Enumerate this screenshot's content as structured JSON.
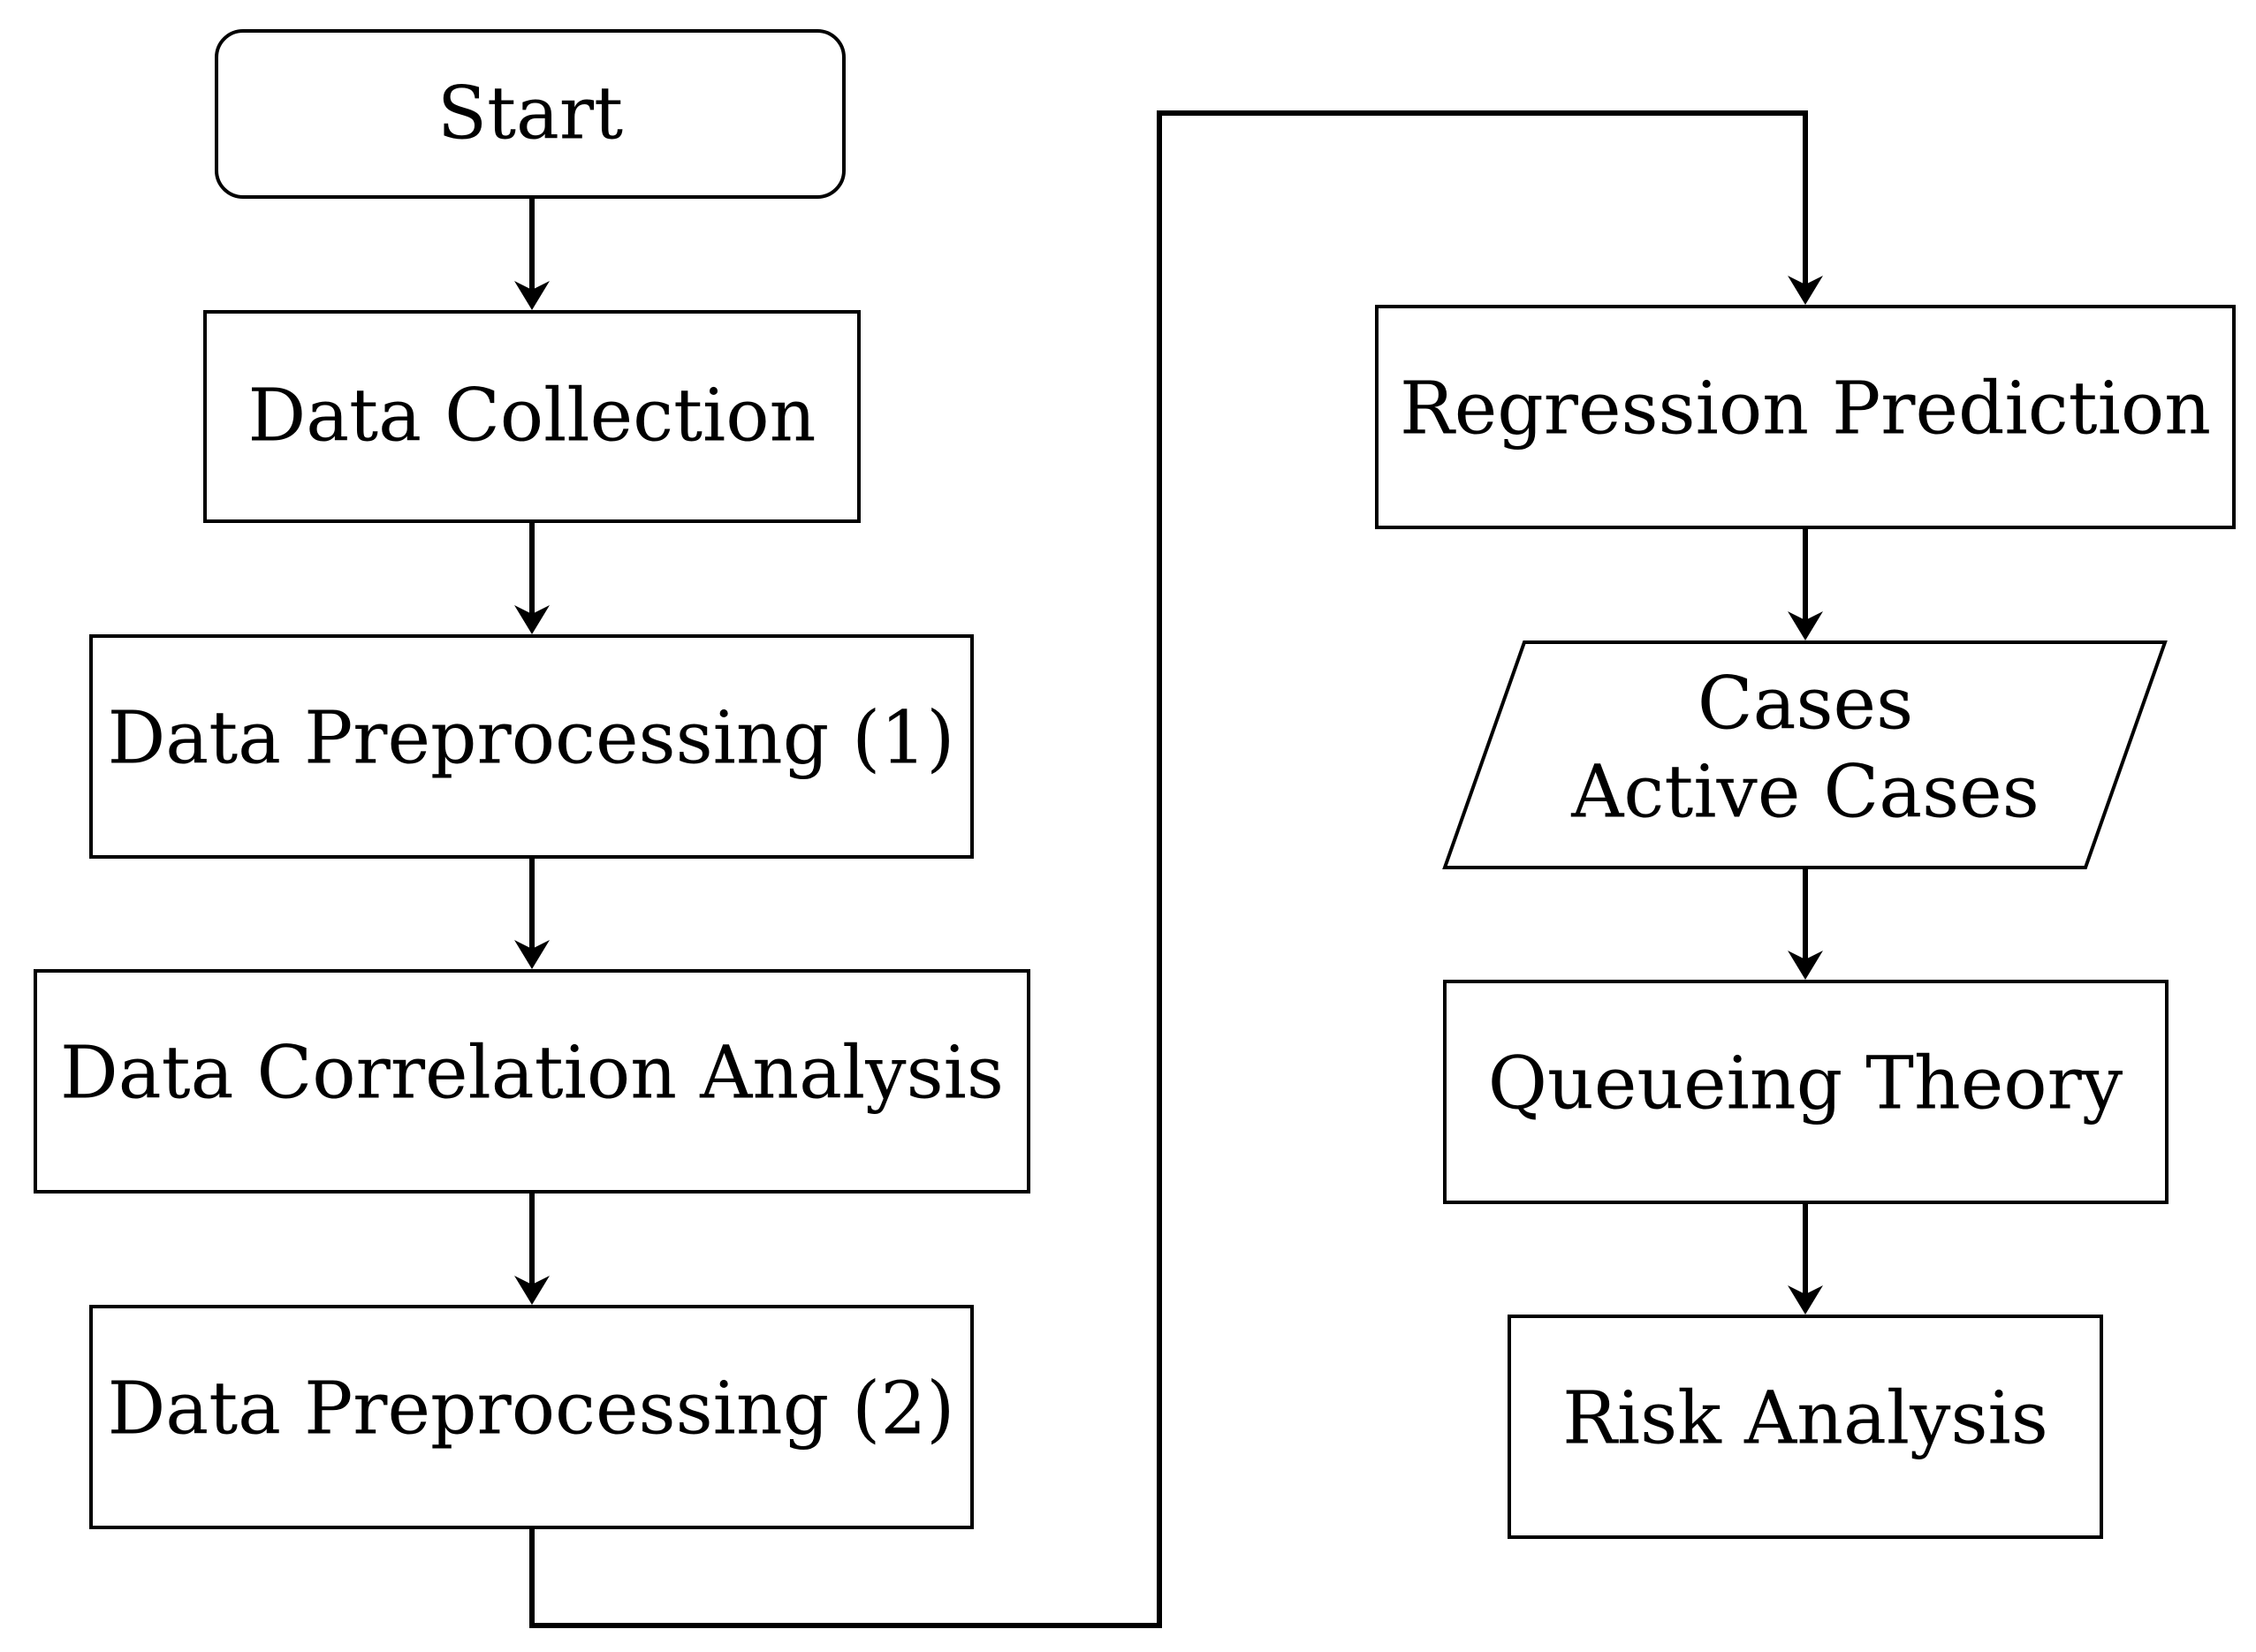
{
  "nodes": {
    "start": {
      "label": "Start",
      "shape": "rounded-rectangle"
    },
    "data_collection": {
      "label": "Data Collection",
      "shape": "rectangle"
    },
    "data_preprocessing_1": {
      "label": "Data Preprocessing (1)",
      "shape": "rectangle"
    },
    "data_correlation_analysis": {
      "label": "Data Correlation Analysis",
      "shape": "rectangle"
    },
    "data_preprocessing_2": {
      "label": "Data Preprocessing (2)",
      "shape": "rectangle"
    },
    "regression_prediction": {
      "label": "Regression Prediction",
      "shape": "rectangle"
    },
    "cases_output": {
      "line1": "Cases",
      "line2": "Active Cases",
      "shape": "parallelogram"
    },
    "queueing_theory": {
      "label": "Queueing Theory",
      "shape": "rectangle"
    },
    "risk_analysis": {
      "label": "Risk Analysis",
      "shape": "rectangle"
    }
  },
  "edges": [
    {
      "from": "start",
      "to": "data_collection"
    },
    {
      "from": "data_collection",
      "to": "data_preprocessing_1"
    },
    {
      "from": "data_preprocessing_1",
      "to": "data_correlation_analysis"
    },
    {
      "from": "data_correlation_analysis",
      "to": "data_preprocessing_2"
    },
    {
      "from": "data_preprocessing_2",
      "to": "regression_prediction"
    },
    {
      "from": "regression_prediction",
      "to": "cases_output"
    },
    {
      "from": "cases_output",
      "to": "queueing_theory"
    },
    {
      "from": "queueing_theory",
      "to": "risk_analysis"
    }
  ]
}
